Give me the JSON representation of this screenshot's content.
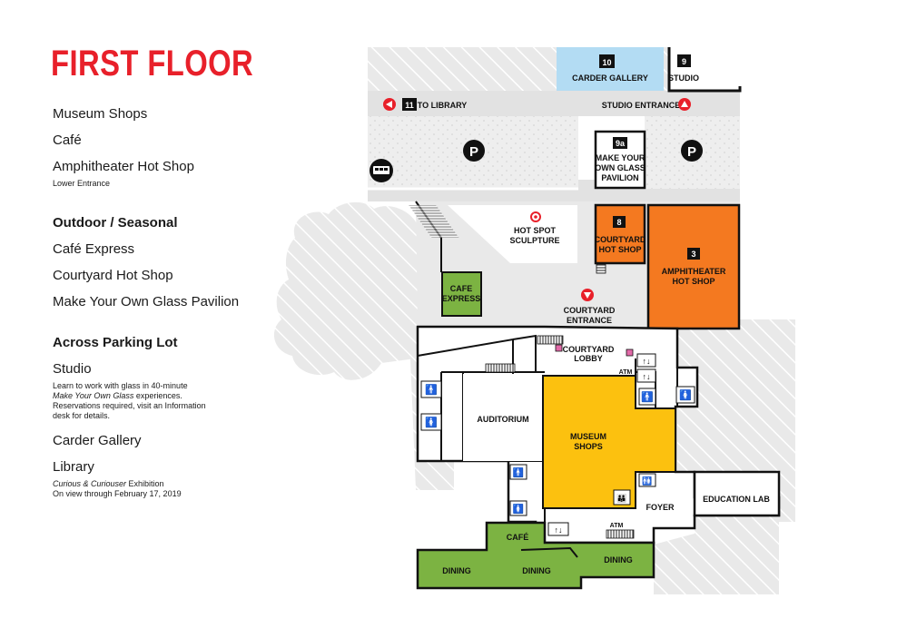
{
  "title": "FIRST FLOOR",
  "legend": {
    "item1": "Museum Shops",
    "item2": "Café",
    "item3": "Amphitheater Hot Shop",
    "item3_sub": "Lower Entrance",
    "heading_outdoor": "Outdoor / Seasonal",
    "item4": "Café Express",
    "item5": "Courtyard Hot Shop",
    "item6": "Make Your Own Glass Pavilion",
    "heading_across": "Across Parking Lot",
    "item7": "Studio",
    "item7_sub1": "Learn to work with glass in 40-minute",
    "item7_sub2_italic": "Make Your Own Glass",
    "item7_sub2_rest": " experiences.",
    "item7_sub3": "Reservations required, visit an Information",
    "item7_sub4": "desk for details.",
    "item8": "Carder Gallery",
    "item9": "Library",
    "item9_sub1_italic": "Curious & Curiouser",
    "item9_sub1_rest": " Exhibition",
    "item9_sub2": "On view through February 17, 2019"
  },
  "map": {
    "num_10": "10",
    "carder_gallery": "CARDER GALLERY",
    "num_9": "9",
    "studio": "STUDIO",
    "num_11": "11",
    "to_library": "TO LIBRARY",
    "studio_entrance": "STUDIO ENTRANCE",
    "parking": "P",
    "num_9a": "9a",
    "pavilion_1": "MAKE YOUR",
    "pavilion_2": "OWN GLASS",
    "pavilion_3": "PAVILION",
    "hot_spot_1": "HOT SPOT",
    "hot_spot_2": "SCULPTURE",
    "num_8": "8",
    "courtyard_hs_1": "COURTYARD",
    "courtyard_hs_2": "HOT SHOP",
    "num_3": "3",
    "amphi_1": "AMPHITHEATER",
    "amphi_2": "HOT SHOP",
    "cafe_express_1": "CAFE",
    "cafe_express_2": "EXPRESS",
    "courtyard_entrance_1": "COURTYARD",
    "courtyard_entrance_2": "ENTRANCE",
    "courtyard_lobby_1": "COURTYARD",
    "courtyard_lobby_2": "LOBBY",
    "atm": "ATM",
    "auditorium": "AUDITORIUM",
    "museum_shops_1": "MUSEUM",
    "museum_shops_2": "SHOPS",
    "foyer": "FOYER",
    "education_lab": "EDUCATION LAB",
    "cafe": "CAFÉ",
    "dining": "DINING"
  },
  "colors": {
    "accent_red": "#e8202a",
    "museum_shops": "#fcc10f",
    "cafe_green": "#7cb342",
    "hot_shop_orange": "#f47920",
    "carder_blue": "#b3dcf3",
    "ground_gray": "#e6e6e6"
  }
}
